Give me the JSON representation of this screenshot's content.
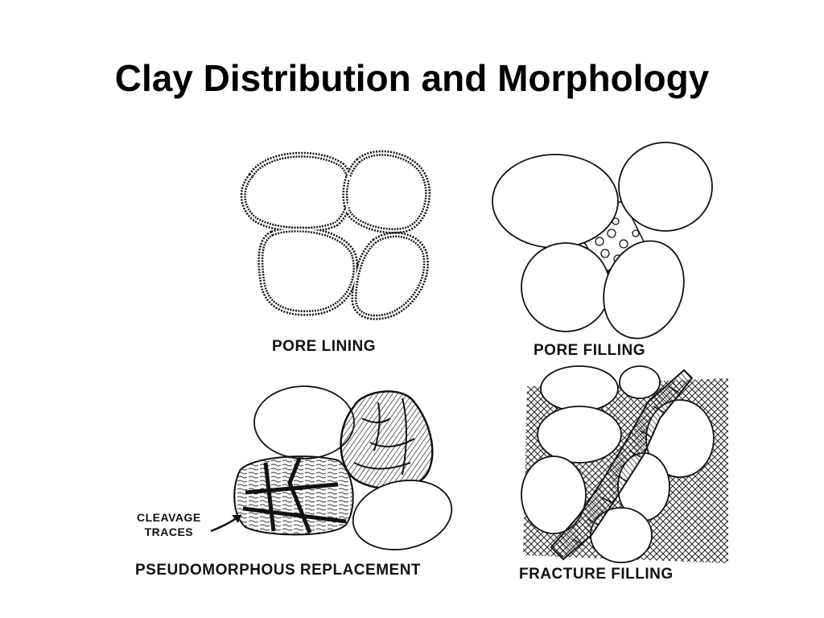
{
  "title": "Clay Distribution and Morphology",
  "panels": {
    "pore_lining": {
      "label": "PORE LINING"
    },
    "pore_filling": {
      "label": "PORE FILLING"
    },
    "pseudomorphous_replacement": {
      "label": "PSEUDOMORPHOUS REPLACEMENT"
    },
    "fracture_filling": {
      "label": "FRACTURE FILLING"
    }
  },
  "annotations": {
    "cleavage_traces_line1": "CLEAVAGE",
    "cleavage_traces_line2": "TRACES"
  }
}
